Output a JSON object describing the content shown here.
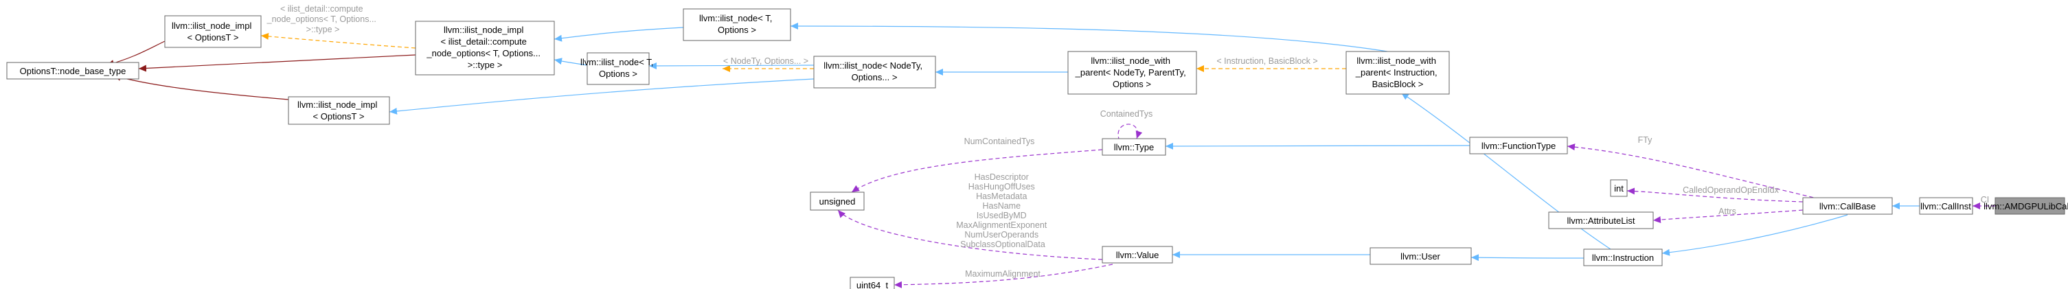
{
  "colors": {
    "inherit": "#63b8ff",
    "template": "#ffa500",
    "member": "#9a32cd",
    "private": "#8b1a1a",
    "label": "#9a9a9a",
    "border": "#666666",
    "focus_fill": "#999999"
  },
  "nodes": {
    "ilist_node_impl_small": [
      "llvm::ilist_node_impl",
      "< OptionsT >"
    ],
    "options_base": [
      "OptionsT::node_base_type"
    ],
    "ilist_node_impl_long": [
      "llvm::ilist_node_impl",
      "< ilist_detail::compute",
      "_node_options< T, Options...",
      ">::type >"
    ],
    "ilist_node_t_top": [
      "llvm::ilist_node< T,",
      "Options >"
    ],
    "ilist_node_t_mid": [
      "llvm::ilist_node< T,",
      "Options >"
    ],
    "ilist_node_impl_low": [
      "llvm::ilist_node_impl",
      "< OptionsT >"
    ],
    "ilist_node_nodety": [
      "llvm::ilist_node< NodeTy,",
      "Options... >"
    ],
    "ilist_node_with_parent_generic": [
      "llvm::ilist_node_with",
      "_parent< NodeTy, ParentTy,",
      "Options >"
    ],
    "ilist_node_with_parent_inst": [
      "llvm::ilist_node_with",
      "_parent< Instruction,",
      "BasicBlock >"
    ],
    "type": [
      "llvm::Type"
    ],
    "unsigned": [
      "unsigned"
    ],
    "uint64": [
      "uint64_t"
    ],
    "value": [
      "llvm::Value"
    ],
    "user": [
      "llvm::User"
    ],
    "instruction": [
      "llvm::Instruction"
    ],
    "function_type": [
      "llvm::FunctionType"
    ],
    "int": [
      "int"
    ],
    "attribute_list": [
      "llvm::AttributeList"
    ],
    "call_base": [
      "llvm::CallBase"
    ],
    "call_inst": [
      "llvm::CallInst"
    ],
    "amdgpu": [
      "llvm::AMDGPULibCalls"
    ]
  },
  "edge_labels": {
    "compute_tmpl": [
      "< ilist_detail::compute",
      "_node_options< T, Options...",
      ">::type >"
    ],
    "nodety_tmpl": [
      "< NodeTy, Options... >"
    ],
    "inst_bb_tmpl": [
      "< Instruction, BasicBlock >"
    ],
    "contained_tys": [
      "ContainedTys"
    ],
    "num_contained_tys": [
      "NumContainedTys"
    ],
    "value_fields": [
      "HasDescriptor",
      "HasHungOffUses",
      "HasMetadata",
      "HasName",
      "IsUsedByMD",
      "MaxAlignmentExponent",
      "NumUserOperands",
      "SubclassOptionalData"
    ],
    "maximum_alignment": [
      "MaximumAlignment"
    ],
    "fty": [
      "FTy"
    ],
    "called_operand": [
      "CalledOperandOpEndIdx"
    ],
    "attrs": [
      "Attrs"
    ],
    "ci": [
      "CI"
    ]
  }
}
